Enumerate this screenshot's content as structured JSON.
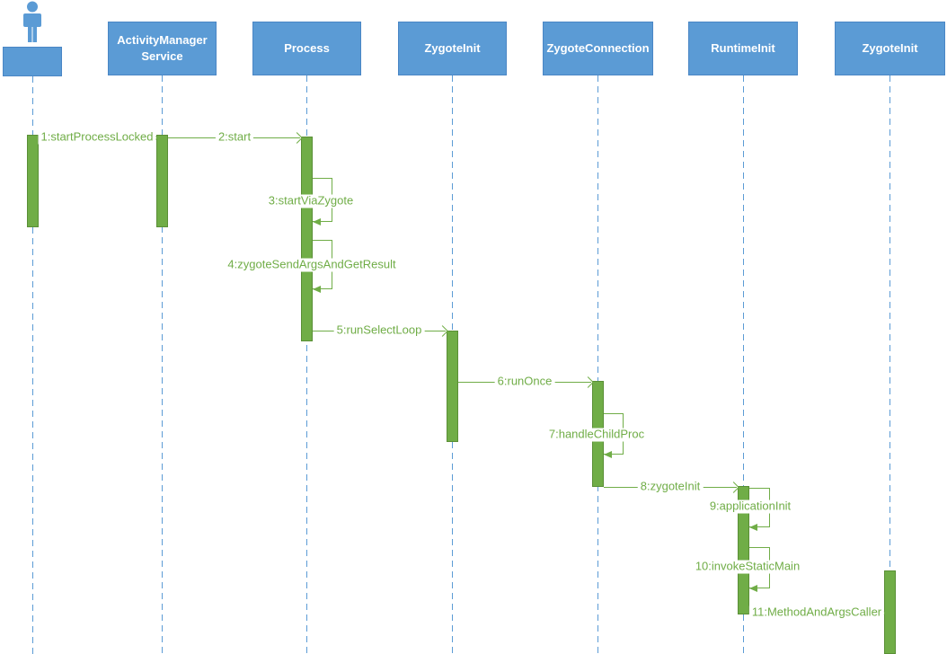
{
  "diagram": {
    "type": "uml-sequence",
    "colors": {
      "participant_fill": "#5B9BD5",
      "participant_border": "#4A86C5",
      "activation_fill": "#70AD47",
      "activation_border": "#5A8F36",
      "message_color": "#70AD47",
      "lifeline_color": "#5B9BD5",
      "background": "#FFFFFF"
    },
    "participants": [
      {
        "kind": "actor",
        "label": ""
      },
      {
        "kind": "object",
        "label": "ActivityManagerService",
        "display_lines": [
          "ActivityManager",
          "Service"
        ]
      },
      {
        "kind": "object",
        "label": "Process"
      },
      {
        "kind": "object",
        "label": "ZygoteInit"
      },
      {
        "kind": "object",
        "label": "ZygoteConnection"
      },
      {
        "kind": "object",
        "label": "RuntimeInit"
      },
      {
        "kind": "object",
        "label": "ZygoteInit"
      }
    ],
    "messages": [
      {
        "seq": "1",
        "label": "1:startProcessLocked",
        "from": "actor",
        "to": "ActivityManagerService",
        "kind": "call"
      },
      {
        "seq": "2",
        "label": "2:start",
        "from": "ActivityManagerService",
        "to": "Process",
        "kind": "call"
      },
      {
        "seq": "3",
        "label": "3:startViaZygote",
        "from": "Process",
        "to": "Process",
        "kind": "self"
      },
      {
        "seq": "4",
        "label": "4:zygoteSendArgsAndGetResult",
        "from": "Process",
        "to": "Process",
        "kind": "self"
      },
      {
        "seq": "5",
        "label": "5:runSelectLoop",
        "from": "Process",
        "to": "ZygoteInit",
        "kind": "call"
      },
      {
        "seq": "6",
        "label": "6:runOnce",
        "from": "ZygoteInit",
        "to": "ZygoteConnection",
        "kind": "call"
      },
      {
        "seq": "7",
        "label": "7:handleChildProc",
        "from": "ZygoteConnection",
        "to": "ZygoteConnection",
        "kind": "self"
      },
      {
        "seq": "8",
        "label": "8:zygoteInit",
        "from": "ZygoteConnection",
        "to": "RuntimeInit",
        "kind": "call"
      },
      {
        "seq": "9",
        "label": "9:applicationInit",
        "from": "RuntimeInit",
        "to": "RuntimeInit",
        "kind": "self"
      },
      {
        "seq": "10",
        "label": "10:invokeStaticMain",
        "from": "RuntimeInit",
        "to": "RuntimeInit",
        "kind": "self"
      },
      {
        "seq": "11",
        "label": "11:MethodAndArgsCaller",
        "from": "RuntimeInit",
        "to": "ZygoteInit",
        "kind": "call"
      }
    ]
  }
}
